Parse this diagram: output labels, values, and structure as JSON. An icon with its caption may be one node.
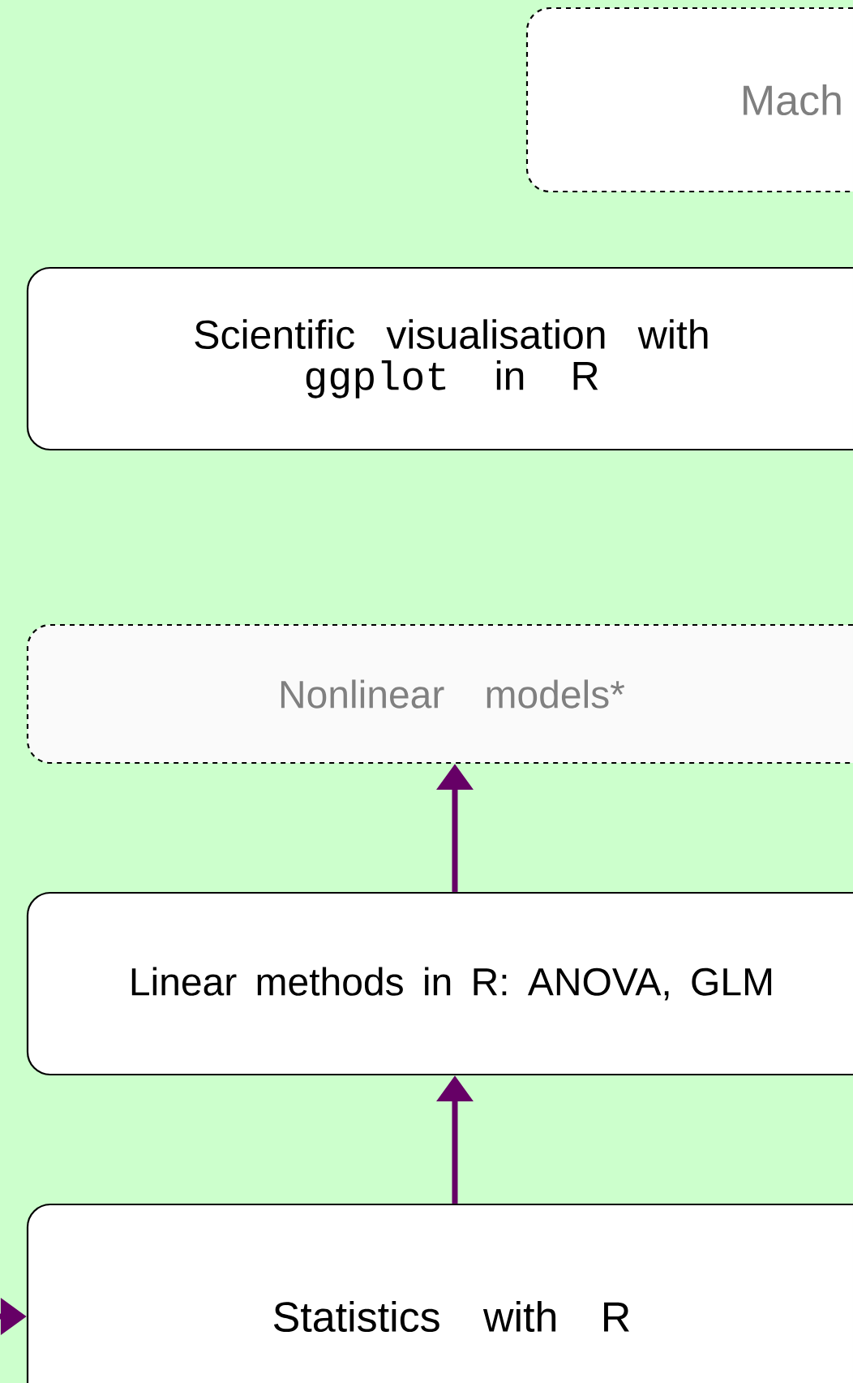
{
  "diagram": {
    "nodes": [
      {
        "text": [
          "Mach"
        ]
      },
      {
        "text": [
          "Scientific visualisation with",
          "ggplot",
          "in R"
        ]
      },
      {
        "text": [
          "Nonlinear models*"
        ]
      },
      {
        "text": [
          "Linear methods in R: ANOVA, GLM"
        ]
      },
      {
        "text": [
          "Statistics with R"
        ]
      }
    ],
    "edges": [
      {
        "from": 4,
        "to": 3,
        "arrow": "to"
      },
      {
        "from": 3,
        "to": 2,
        "arrow": "to"
      },
      {
        "from": null,
        "to": 4,
        "arrow": "to"
      }
    ]
  }
}
